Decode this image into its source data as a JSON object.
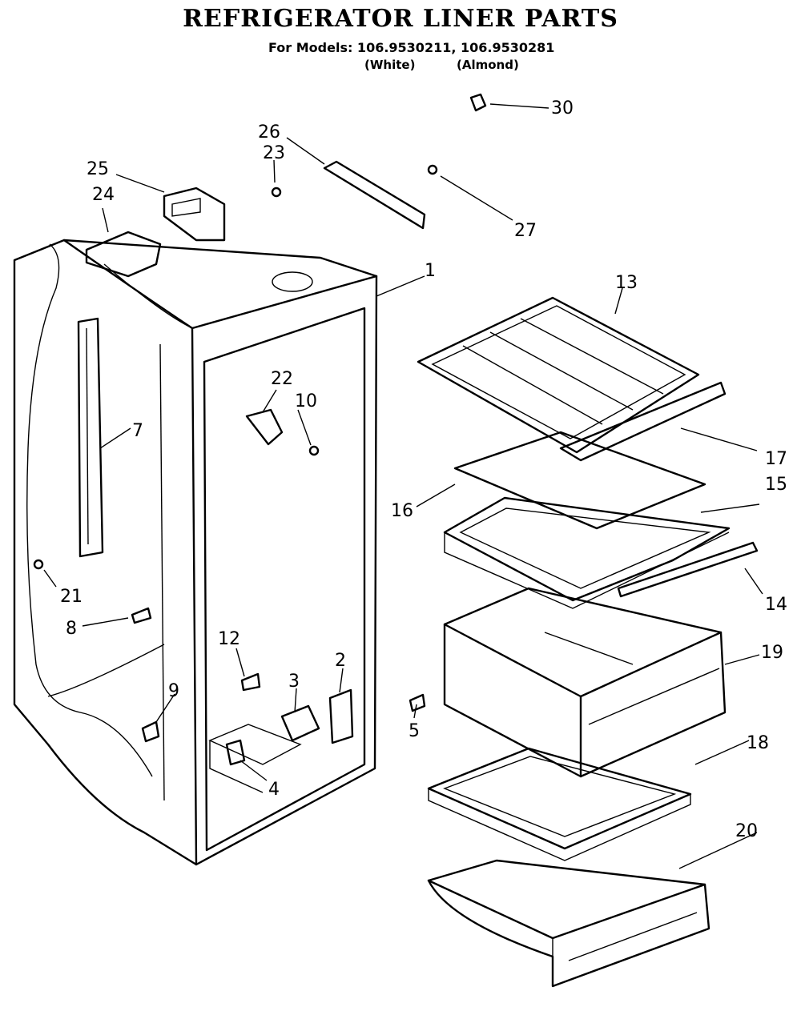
{
  "title": "REFRIGERATOR LINER PARTS",
  "models_line": "For Models: 106.9530211, 106.9530281",
  "color_white": "(White)",
  "color_almond": "(Almond)",
  "callouts": [
    "1",
    "2",
    "3",
    "4",
    "5",
    "7",
    "8",
    "9",
    "10",
    "12",
    "13",
    "14",
    "15",
    "16",
    "17",
    "18",
    "19",
    "20",
    "21",
    "22",
    "23",
    "24",
    "25",
    "26",
    "27",
    "30"
  ]
}
